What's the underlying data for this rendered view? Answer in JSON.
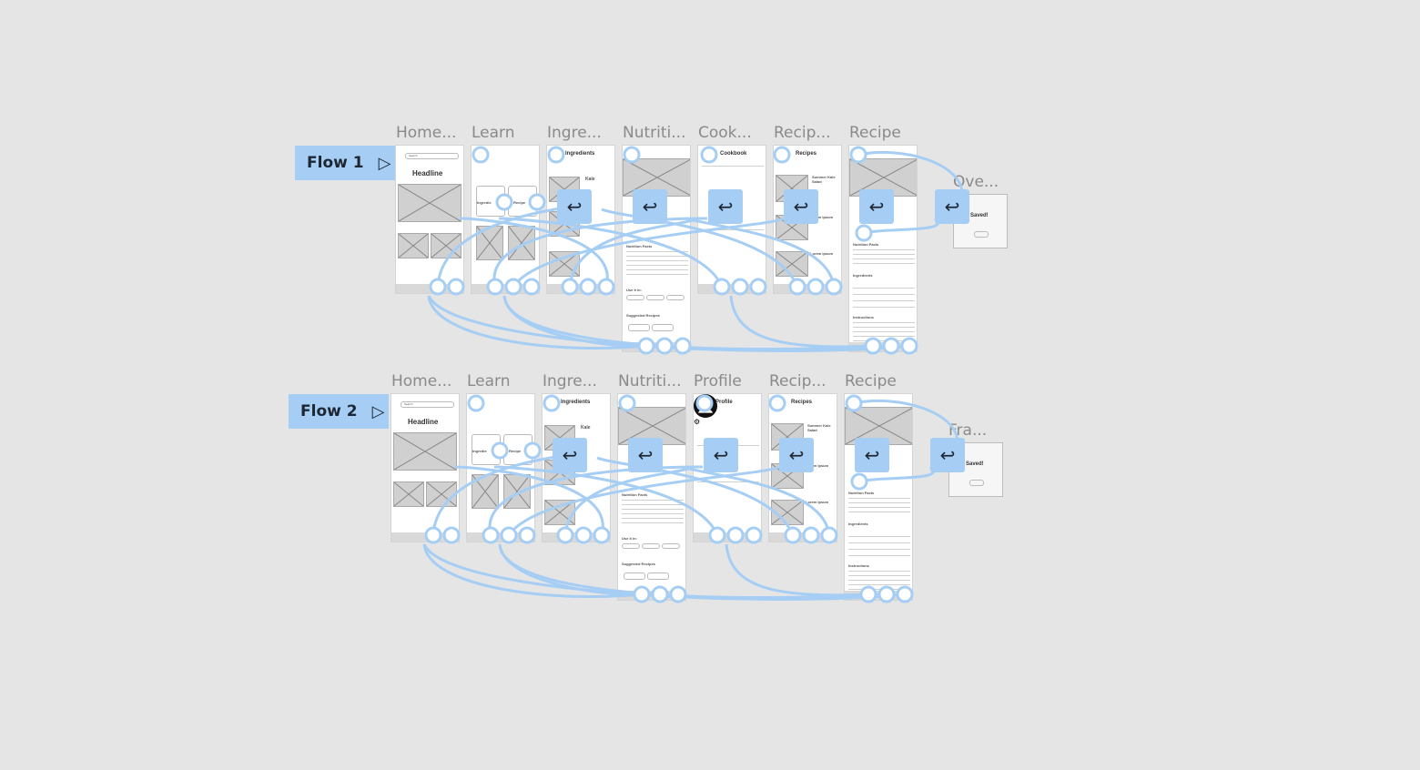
{
  "flows": [
    {
      "name": "Flow 1",
      "frames": [
        {
          "title": "Home..."
        },
        {
          "title": "Learn"
        },
        {
          "title": "Ingre..."
        },
        {
          "title": "Nutriti..."
        },
        {
          "title": "Cook..."
        },
        {
          "title": "Recip..."
        },
        {
          "title": "Recipe"
        }
      ],
      "overlay_title": "Ove...",
      "overlay_text": "Saved!"
    },
    {
      "name": "Flow 2",
      "frames": [
        {
          "title": "Home..."
        },
        {
          "title": "Learn"
        },
        {
          "title": "Ingre..."
        },
        {
          "title": "Nutriti..."
        },
        {
          "title": "Profile"
        },
        {
          "title": "Recip..."
        },
        {
          "title": "Recipe"
        }
      ],
      "overlay_title": "Fra...",
      "overlay_text": "Saved!"
    }
  ],
  "frame_content": {
    "search": "Search",
    "headline": "Headline",
    "ingredients_heading": "Ingredients",
    "kale": "Kale",
    "ingredients_btn": "Ingredie",
    "recipes_btn": "Recipe",
    "nutrition_facts": "Nutrition Facts",
    "use_it_in": "Use it in:",
    "suggested_recipes": "Suggested Recipes",
    "cookbook": "Cookbook",
    "profile": "Profile",
    "recipes_heading": "Recipes",
    "summer_kale_salad": "Summer Kale Salad",
    "lorem_ipsum": "Lorem Ipsum",
    "ingredients": "Ingredients",
    "instructions": "Instructions",
    "saved": "Saved!"
  },
  "icons": {
    "back": "back-arrow-icon",
    "play": "play-icon",
    "avatar": "avatar-icon",
    "gear": "gear-icon",
    "search": "search-icon"
  },
  "colors": {
    "canvas": "#e5e5e5",
    "connector": "#a6cef4",
    "badge": "#a6cef4"
  }
}
